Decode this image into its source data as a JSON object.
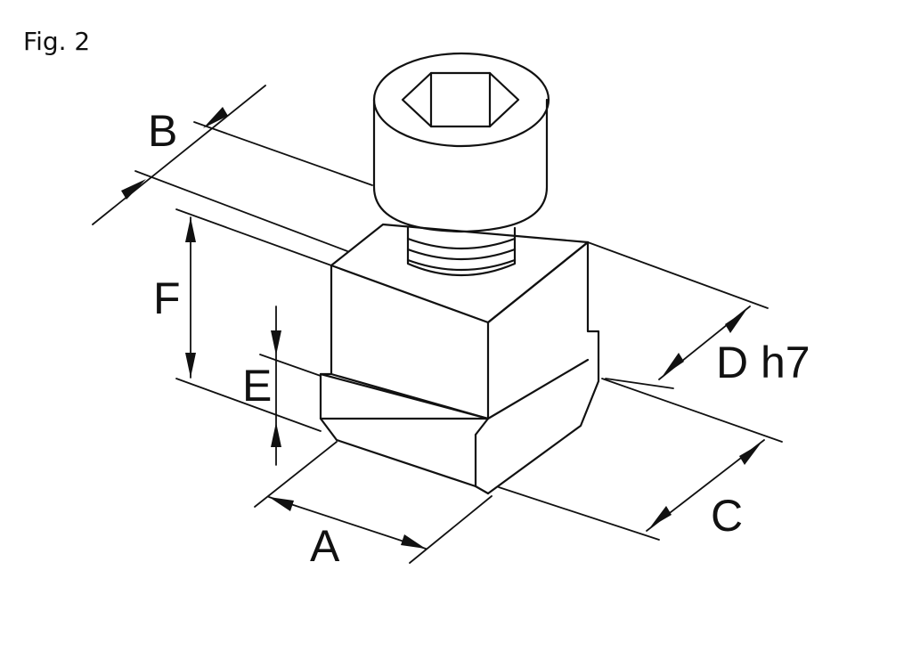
{
  "figure": {
    "title": "Fig. 2"
  },
  "dimensions": {
    "a": "A",
    "b": "B",
    "c": "C",
    "d": "D h7",
    "e": "E",
    "f": "F"
  },
  "colors": {
    "line": "#111111",
    "background": "#ffffff"
  }
}
